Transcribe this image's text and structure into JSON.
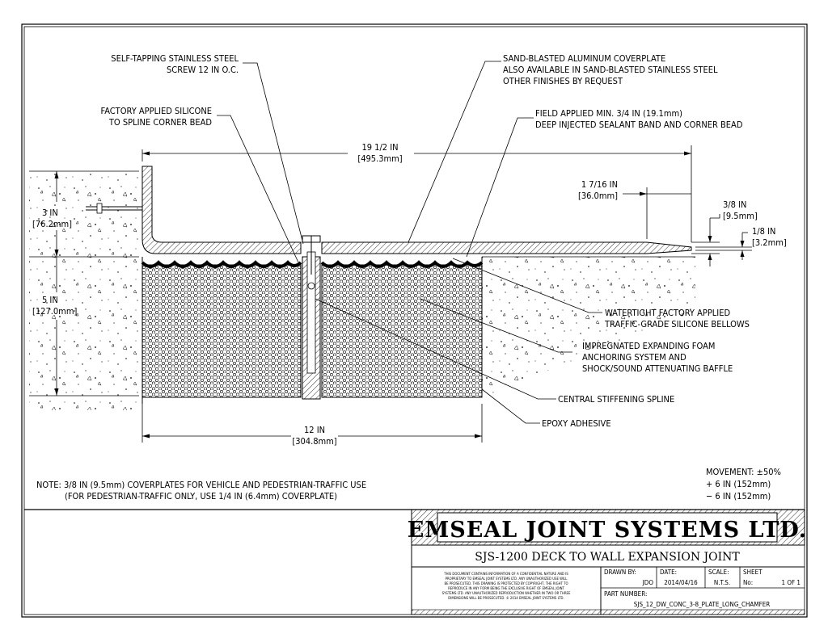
{
  "callouts": {
    "screw_1": "SELF-TAPPING STAINLESS STEEL",
    "screw_2": "SCREW 12 IN O.C.",
    "silicone_1": "FACTORY APPLIED SILICONE",
    "silicone_2": "TO SPLINE CORNER BEAD",
    "coverplate_1": "SAND-BLASTED ALUMINUM COVERPLATE",
    "coverplate_2": "ALSO AVAILABLE IN SAND-BLASTED STAINLESS STEEL",
    "coverplate_3": "OTHER FINISHES BY REQUEST",
    "sealant_1": "FIELD APPLIED MIN. 3/4 IN (19.1mm)",
    "sealant_2": "DEEP INJECTED SEALANT BAND AND CORNER BEAD",
    "bellows_1": "WATERTIGHT FACTORY APPLIED",
    "bellows_2": "TRAFFIC-GRADE SILICONE BELLOWS",
    "foam_1": "IMPREGNATED EXPANDING FOAM",
    "foam_2": "ANCHORING SYSTEM AND",
    "foam_3": "SHOCK/SOUND ATTENUATING BAFFLE",
    "spline": "CENTRAL STIFFENING SPLINE",
    "epoxy": "EPOXY ADHESIVE"
  },
  "dimensions": {
    "overall_in": "19 1/2 IN",
    "overall_mm": "[495.3mm]",
    "chamfer_in": "1 7/16 IN",
    "chamfer_mm": "[36.0mm]",
    "plate_in": "3/8 IN",
    "plate_mm": "[9.5mm]",
    "edge_in": "1/8 IN",
    "edge_mm": "[3.2mm]",
    "upstand_in": "3 IN",
    "upstand_mm": "[76.2mm]",
    "depth_in": "5 IN",
    "depth_mm": "[127.0mm]",
    "gap_in": "12 IN",
    "gap_mm": "[304.8mm]"
  },
  "note": {
    "line1": "NOTE: 3/8 IN (9.5mm) COVERPLATES FOR VEHICLE AND PEDESTRIAN-TRAFFIC USE",
    "line2": "(FOR PEDESTRIAN-TRAFFIC ONLY, USE 1/4 IN (6.4mm) COVERPLATE)"
  },
  "movement": {
    "title": "MOVEMENT: ±50%",
    "plus": "+ 6 IN (152mm)",
    "minus": "− 6 IN (152mm)"
  },
  "title_block": {
    "company": "EMSEAL JOINT SYSTEMS LTD.",
    "drawing_title": "SJS-1200 DECK TO WALL EXPANSION JOINT",
    "disclaimer_1": "THIS DOCUMENT CONTAINS INFORMATION OF A CONFIDENTIAL NATURE AND IS",
    "disclaimer_2": "PROPRIETARY TO EMSEAL JOINT SYSTEMS LTD. ANY UNAUTHORIZED USE WILL",
    "disclaimer_3": "BE PROSECUTED. THIS DRAWING IS PROTECTED BY COPYRIGHT, THE RIGHT TO",
    "disclaimer_4": "REPRODUCE IN ANY FORM BEING THE EXCLUSIVE RIGHT OF EMSEAL JOINT",
    "disclaimer_5": "SYSTEMS LTD. ANY UNAUTHORIZED REPRODUCTION WHETHER IN TWO OR THREE",
    "disclaimer_6": "DIMENSIONS WILL BE PROSECUTED. © 2014 EMSEAL JOINT SYSTEMS LTD.",
    "drawn_by_label": "DRAWN BY:",
    "drawn_by": "JDO",
    "date_label": "DATE:",
    "date": "2014/04/16",
    "scale_label": "SCALE:",
    "scale": "N.T.S.",
    "sheet_label": "SHEET",
    "sheet_no_label": "No:",
    "sheet": "1 OF 1",
    "part_label": "PART NUMBER:",
    "part_number": "SJS_12_DW_CONC_3-8_PLATE_LONG_CHAMFER"
  }
}
